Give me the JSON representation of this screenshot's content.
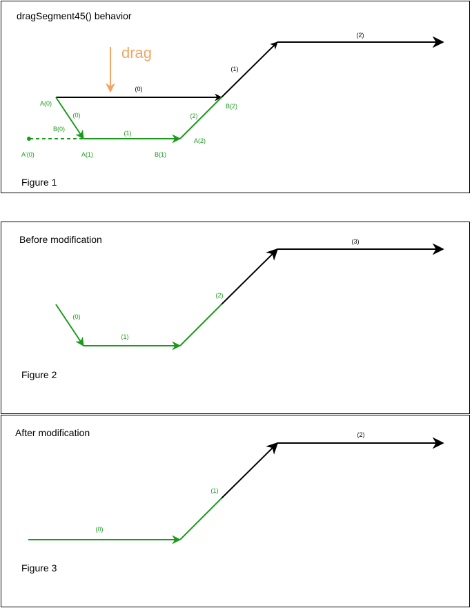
{
  "colors": {
    "black_line": "#000000",
    "green_line": "#1a9a1a",
    "green_text": "#1a9a1a",
    "drag_orange": "#f4a462"
  },
  "figure1": {
    "title": "dragSegment45() behavior",
    "caption": "Figure 1",
    "drag_label": "drag",
    "black_segment_labels": [
      "(0)",
      "(1)",
      "(2)"
    ],
    "green_segment_labels": [
      "(0)",
      "(1)",
      "(2)"
    ],
    "point_labels": {
      "a0": "A(0)",
      "b0": "B(0)",
      "a0_prime": "A'(0)",
      "a1": "A(1)",
      "b1": "B(1)",
      "a2": "A(2)",
      "b2": "B(2)"
    }
  },
  "figure2": {
    "title": "Before modification",
    "caption": "Figure 2",
    "green_segment_labels": [
      "(0)",
      "(1)",
      "(2)"
    ],
    "black_segment_labels": [
      "(3)"
    ]
  },
  "figure3": {
    "title": "After modification",
    "caption": "Figure 3",
    "green_segment_labels": [
      "(0)",
      "(1)"
    ],
    "black_segment_labels": [
      "(2)"
    ]
  }
}
